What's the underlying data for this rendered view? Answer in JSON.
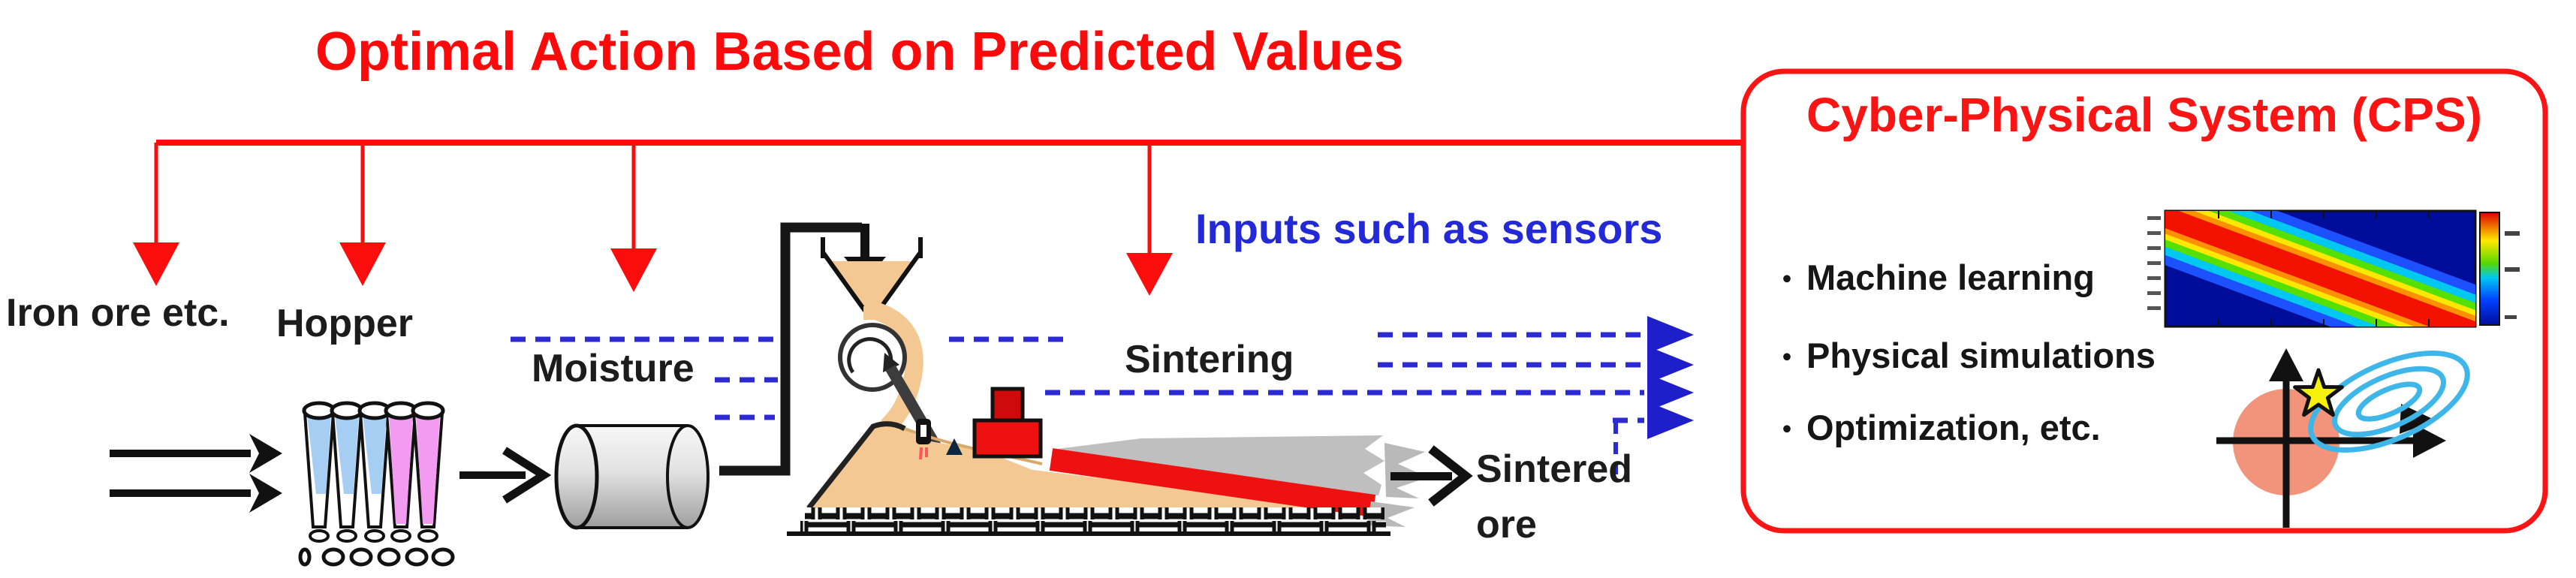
{
  "title": {
    "text": "Optimal Action Based on Predicted Values",
    "color": "#fa0a0a"
  },
  "process": {
    "stages": [
      {
        "id": "iron-ore",
        "label": "Iron ore etc."
      },
      {
        "id": "hopper",
        "label": "Hopper"
      },
      {
        "id": "moisture",
        "label": "Moisture"
      },
      {
        "id": "sintering",
        "label": "Sintering"
      }
    ],
    "output": {
      "line1": "Sintered",
      "line2": "ore"
    },
    "sensor_note": "Inputs such as sensors"
  },
  "cps": {
    "title": "Cyber-Physical System (CPS)",
    "bullet_char": "・",
    "items": [
      {
        "label": "Machine learning"
      },
      {
        "label": "Physical simulations"
      },
      {
        "label": "Optimization, etc."
      }
    ]
  },
  "icons": [
    "red-feedback-arrow-icon",
    "blue-dashed-sensor-arrow-icon",
    "double-flow-arrow-icon",
    "storage-hoppers-icon",
    "mixing-drum-icon",
    "feed-pipe-icon",
    "feed-funnel-icon",
    "drum-feeder-icon",
    "chute-icon",
    "ignition-burner-icon",
    "sinter-bed",
    "flame-front",
    "sintered-layer",
    "pallet-conveyor-icon",
    "discharge-arrow-icon",
    "heatmap-thumbnail",
    "optimization-plot-thumbnail"
  ],
  "colors": {
    "accent_red": "#fa0a0a",
    "sensor_blue": "#2b2bd1",
    "sensor_text_blue": "#2329d6",
    "raw_mix_tan": "#f4c892",
    "flame_red": "#ee1111",
    "sinter_gray": "#bfbfbf",
    "hopper_blue": "#a6cef2",
    "hopper_pink": "#f29bf0",
    "heatmap_navy": "#000d9b",
    "salmon_region": "#f2937b",
    "contour_blue": "#3fb6e8",
    "star_yellow": "#f5f10c"
  }
}
